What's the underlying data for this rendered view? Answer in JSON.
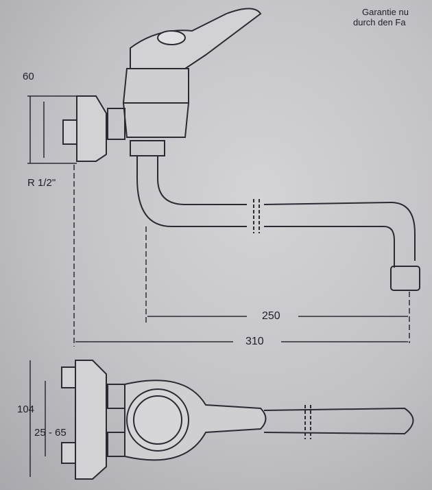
{
  "header_text": {
    "line1": "Garantie nu",
    "line2": "durch den Fa"
  },
  "dimensions": {
    "flange_offset": "60",
    "thread": "R 1/2\"",
    "spout_reach": "250",
    "total_reach": "310",
    "height": "104",
    "centers": "25 - 65"
  }
}
